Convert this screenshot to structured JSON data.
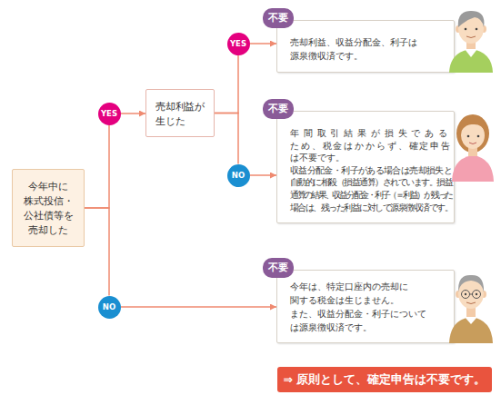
{
  "diagram": {
    "nodes": [
      {
        "text": [
          "今年中に 株式投信・ 公社債等を 売却した"
        ]
      },
      {
        "text": [
          "YES"
        ]
      },
      {
        "text": [
          "売却利益が 生じた"
        ]
      },
      {
        "text": [
          "YES"
        ]
      },
      {
        "text": [
          "不要",
          "売却利益、収益分配金、利子は 源泉徴収済です。"
        ]
      },
      {
        "text": [
          "NO"
        ]
      },
      {
        "text": [
          "不要",
          "年間取引結果が損失である ため、税金はかからず、確定申告 は不要です。 収益分配金・利子がある場合は売却損失と 自動的に相殺（損益通算）されています。損益 通算の結果、収益分配金・利子（＝利益）が残った 場合は、残った利益に対して源泉徴収済です。"
        ]
      },
      {
        "text": [
          "NO"
        ]
      },
      {
        "text": [
          "不要",
          "今年は、特定口座内の売却に 関する税金は生じません。 また、収益分配金・利子について は源泉徴収済です。"
        ]
      },
      {
        "text": [
          "⇒ 原則として、確定申告は不要です。"
        ]
      }
    ],
    "edges": [
      {
        "from": 0,
        "to": 1,
        "arrow": "none"
      },
      {
        "from": 1,
        "to": 2,
        "arrow": "to"
      },
      {
        "from": 2,
        "to": 3,
        "arrow": "none"
      },
      {
        "from": 3,
        "to": 4,
        "arrow": "to"
      },
      {
        "from": 2,
        "to": 5,
        "arrow": "none"
      },
      {
        "from": 5,
        "to": 6,
        "arrow": "to"
      },
      {
        "from": 0,
        "to": 7,
        "arrow": "none"
      },
      {
        "from": 7,
        "to": 8,
        "arrow": "to"
      }
    ]
  }
}
